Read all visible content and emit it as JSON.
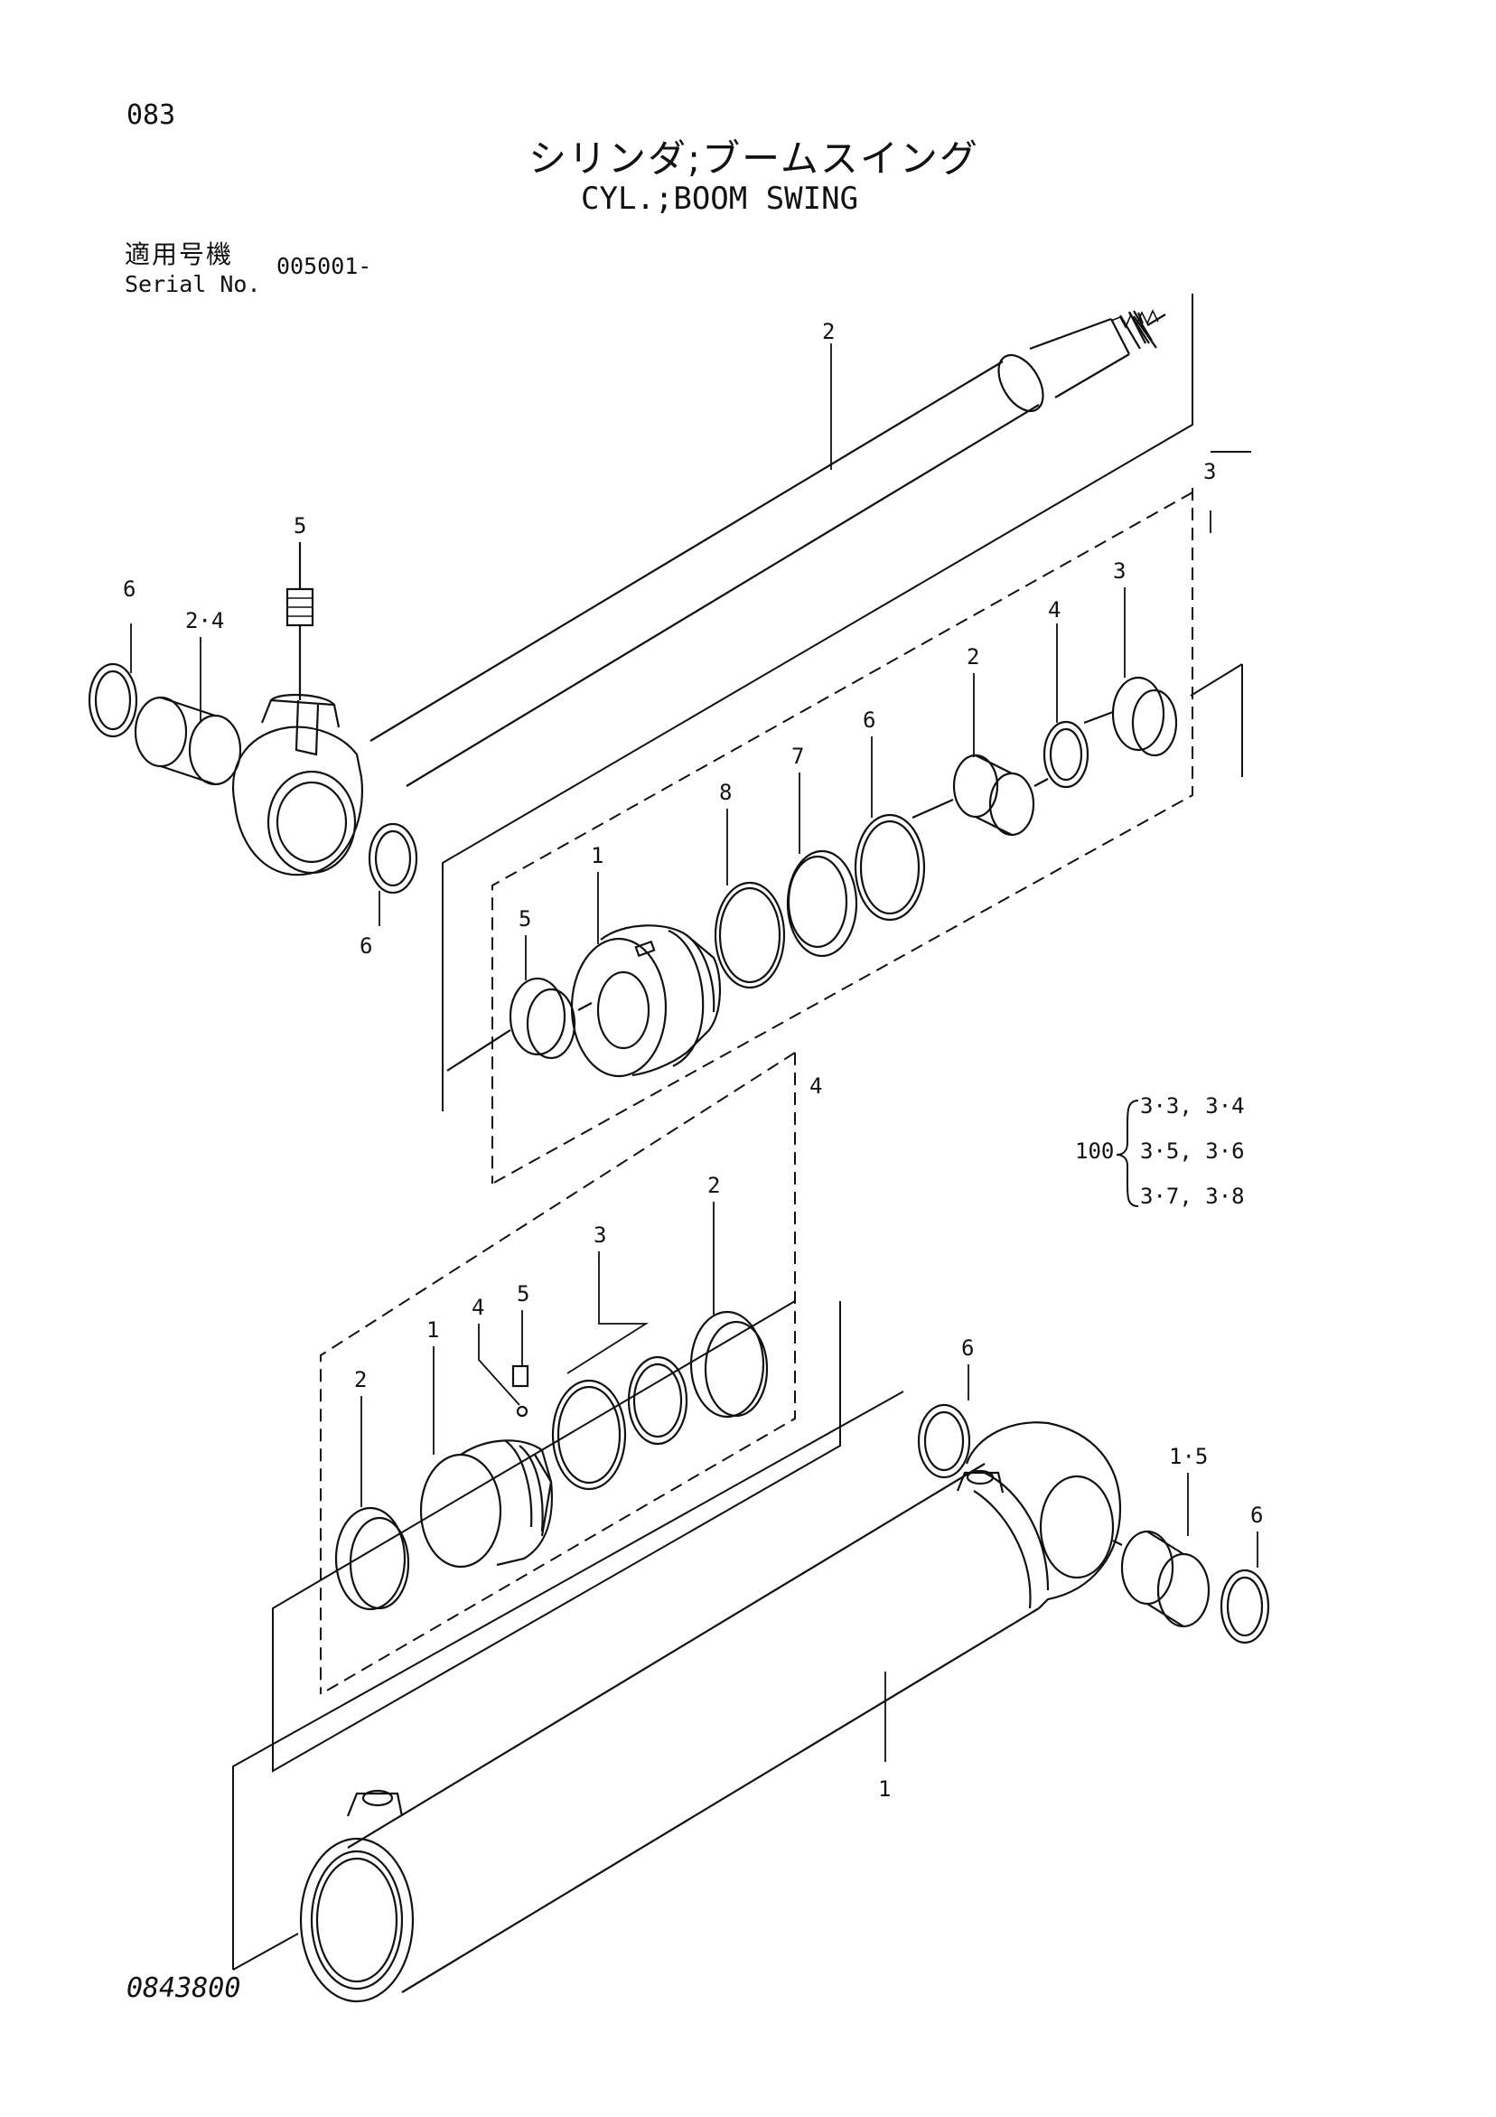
{
  "header": {
    "page_number": "083",
    "title_jp": "シリンダ;ブームスイング",
    "title_en": "CYL.;BOOM SWING",
    "serial_label_jp": "適用号機",
    "serial_label_en": "Serial No.",
    "serial_value": "005001-"
  },
  "footer": {
    "drawing_number": "0843800"
  },
  "labels": {
    "rod": "2",
    "rod_pin_bushing": "2·4",
    "rod_dust_seal_left": "6",
    "rod_dust_seal_right": "6",
    "grease_fitting_top": "5",
    "group_rod_head": "3",
    "head_packing_3": "3",
    "head_ring_4": "4",
    "head_bushing_2": "2",
    "head_seal_6": "6",
    "head_ring_7": "7",
    "head_oring_8": "8",
    "head_body_1": "1",
    "head_seal_5": "5",
    "group_piston": "4",
    "piston_ring_2_right": "2",
    "piston_seals_3": "3",
    "piston_setscrew_5": "5",
    "piston_ball_4": "4",
    "piston_body_1": "1",
    "piston_ring_2_left": "2",
    "tube_seal_6_top": "6",
    "tube_bushing": "1·5",
    "tube_seal_6_right": "6",
    "cylinder_tube": "1"
  },
  "seal_kit": {
    "number": "100",
    "line1": "3·3, 3·4",
    "line2": "3·5, 3·6",
    "line3": "3·7, 3·8"
  }
}
